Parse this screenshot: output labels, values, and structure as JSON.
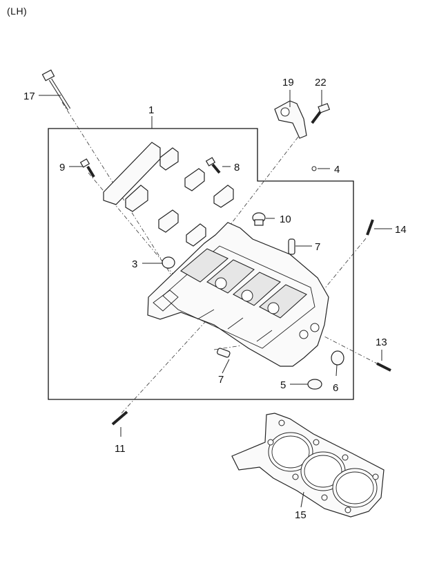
{
  "header": {
    "variant_label": "(LH)"
  },
  "callouts": [
    {
      "id": "c1",
      "label": "1"
    },
    {
      "id": "c3",
      "label": "3"
    },
    {
      "id": "c4",
      "label": "4"
    },
    {
      "id": "c5",
      "label": "5"
    },
    {
      "id": "c6",
      "label": "6"
    },
    {
      "id": "c7a",
      "label": "7"
    },
    {
      "id": "c7b",
      "label": "7"
    },
    {
      "id": "c8",
      "label": "8"
    },
    {
      "id": "c9",
      "label": "9"
    },
    {
      "id": "c10",
      "label": "10"
    },
    {
      "id": "c11",
      "label": "11"
    },
    {
      "id": "c13",
      "label": "13"
    },
    {
      "id": "c14",
      "label": "14"
    },
    {
      "id": "c15",
      "label": "15"
    },
    {
      "id": "c17",
      "label": "17"
    },
    {
      "id": "c19",
      "label": "19"
    },
    {
      "id": "c22",
      "label": "22"
    }
  ]
}
